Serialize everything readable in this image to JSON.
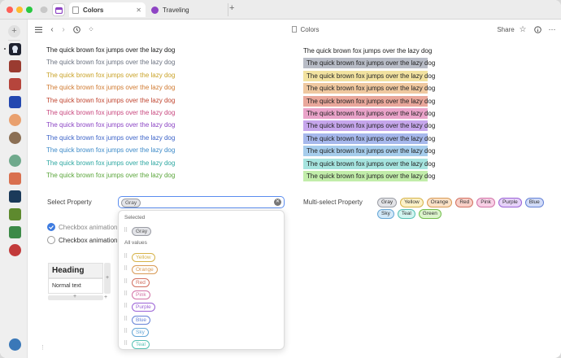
{
  "tabs": [
    {
      "label": "Colors"
    },
    {
      "label": "Traveling"
    }
  ],
  "toolbar": {
    "page_title": "Colors",
    "share_label": "Share"
  },
  "rows": {
    "left": [
      "The quick brown fox jumps over the lazy dog",
      "The quick brown fox jumps over the lazy dog",
      "The quick brown fox jumps over the lazy dog",
      "The quick brown fox jumps over the lazy dog",
      "The quick brown fox jumps over the lazy dog",
      "The quick brown fox jumps over the lazy dog",
      "The quick brown fox jumps over the lazy dog",
      "The quick brown fox jumps over the lazy dog",
      "The quick brown fox jumps over the lazy dog",
      "The quick brown fox jumps over the lazy dog",
      "The quick brown fox jumps over the lazy dog"
    ],
    "left_colors": [
      "#1a1a1a",
      "#6b7280",
      "#c9a227",
      "#d07a30",
      "#c0442f",
      "#c8477e",
      "#8b44c4",
      "#3c63c8",
      "#3c8ac8",
      "#2ba6a0",
      "#5aa53a"
    ],
    "right": [
      "The quick brown fox jumps over the lazy dog",
      "The quick brown fox jumps over the lazy dog",
      "The quick brown fox jumps over the lazy dog",
      "The quick brown fox jumps over the lazy dog",
      "The quick brown fox jumps over the lazy dog",
      "The quick brown fox jumps over the lazy dog",
      "The quick brown fox jumps over the lazy dog",
      "The quick brown fox jumps over the lazy dog",
      "The quick brown fox jumps over the lazy dog",
      "The quick brown fox jumps over the lazy dog",
      "The quick brown fox jumps over the lazy dog"
    ],
    "right_bg": [
      "#ffffff",
      "#b8bcc6",
      "#f2e2a0",
      "#efc8a0",
      "#e9a79b",
      "#eaa3c9",
      "#c6a6ec",
      "#a6b8ec",
      "#a6cdec",
      "#a6e4df",
      "#c2edaa"
    ]
  },
  "select_property": {
    "label": "Select Property",
    "value": "Gray",
    "selected_heading": "Selected",
    "selected_chip": "Gray",
    "all_heading": "All values",
    "options": [
      "Yellow",
      "Orange",
      "Red",
      "Pink",
      "Purple",
      "Blue",
      "Sky",
      "Teal"
    ]
  },
  "multi_select": {
    "label": "Multi-select Property",
    "chips": [
      "Gray",
      "Yellow",
      "Orange",
      "Red",
      "Pink",
      "Purple",
      "Blue",
      "Sky",
      "Teal",
      "Green"
    ]
  },
  "chip_colors": {
    "Gray": [
      "#e3e4e8",
      "#9a9ca4"
    ],
    "Yellow": [
      "#fbf1c8",
      "#d6b34a"
    ],
    "Orange": [
      "#fbe2c8",
      "#d89a55"
    ],
    "Red": [
      "#f8d0c8",
      "#d27060"
    ],
    "Pink": [
      "#f8d0e6",
      "#d272a6"
    ],
    "Purple": [
      "#e6d2f8",
      "#9a62d6"
    ],
    "Blue": [
      "#d2dcf8",
      "#6582d6"
    ],
    "Sky": [
      "#d2e8f8",
      "#65a6d6"
    ],
    "Teal": [
      "#d2f4f0",
      "#55c0b4"
    ],
    "Green": [
      "#dcf4cc",
      "#72be4a"
    ]
  },
  "checkboxes": [
    {
      "label": "Checkbox animation",
      "checked": true
    },
    {
      "label": "Checkbox animation",
      "checked": false
    }
  ],
  "table": {
    "heading": "Heading",
    "normal": "Normal text"
  }
}
